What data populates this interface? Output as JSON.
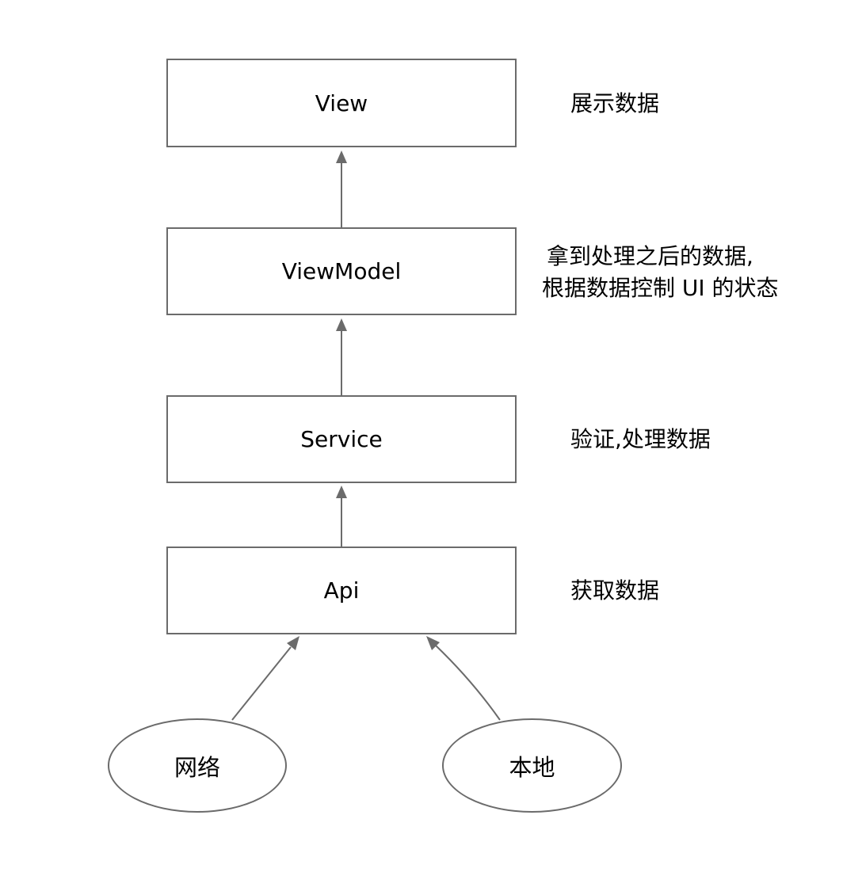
{
  "nodes": {
    "view": {
      "label": "View"
    },
    "viewmodel": {
      "label": "ViewModel"
    },
    "service": {
      "label": "Service"
    },
    "api": {
      "label": "Api"
    },
    "network": {
      "label": "网络"
    },
    "local": {
      "label": "本地"
    }
  },
  "notes": {
    "view": "展示数据",
    "viewmodel_line1": "拿到处理之后的数据,",
    "viewmodel_line2": "根据数据控制 UI 的状态",
    "service": "验证,处理数据",
    "api": "获取数据"
  },
  "colors": {
    "stroke": "#6b6b6b",
    "arrow": "#6b6b6b",
    "text": "#000000"
  }
}
